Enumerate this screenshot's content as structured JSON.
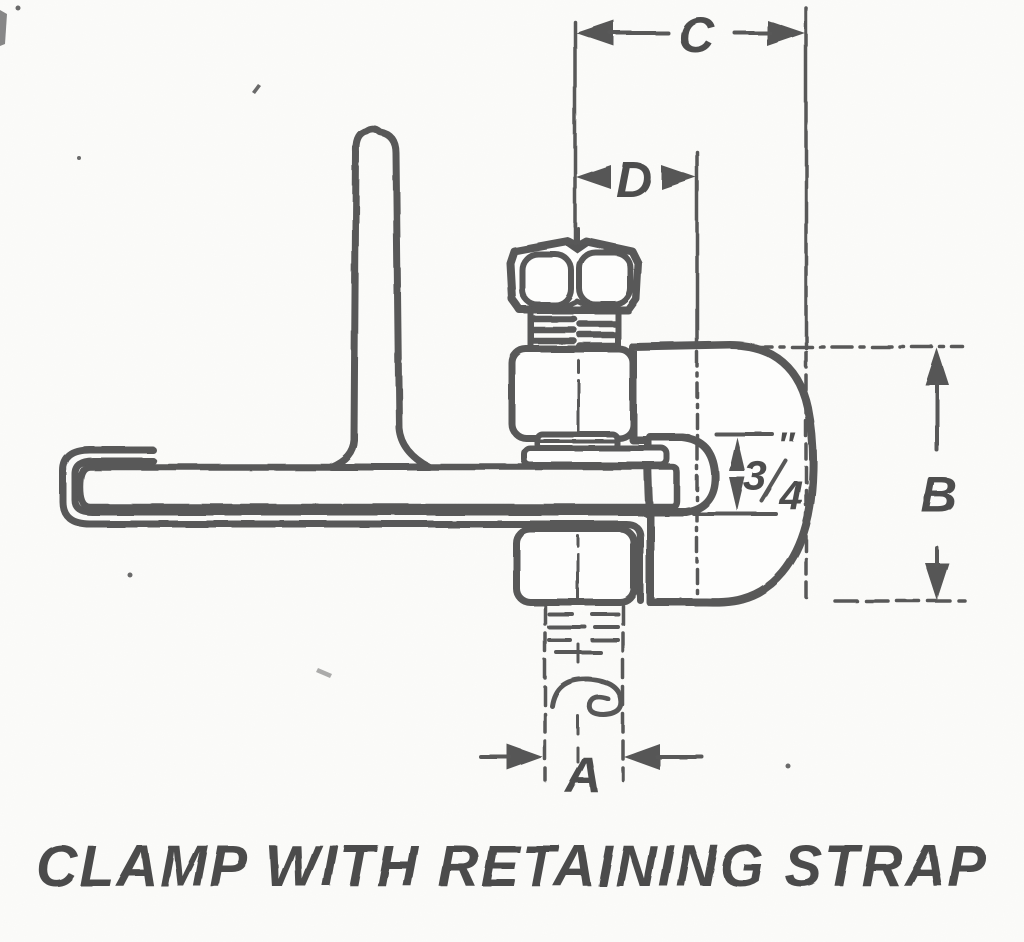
{
  "title": "CLAMP WITH RETAINING STRAP",
  "dimensions": {
    "c": "C",
    "d": "D",
    "b": "B",
    "a": "A",
    "throat_numerator": "3",
    "throat_denominator": "4",
    "inch_mark": "″"
  },
  "colors": {
    "ink": "#585858",
    "title_ink": "#4c4c4c",
    "paper": "#fcfcfa"
  }
}
